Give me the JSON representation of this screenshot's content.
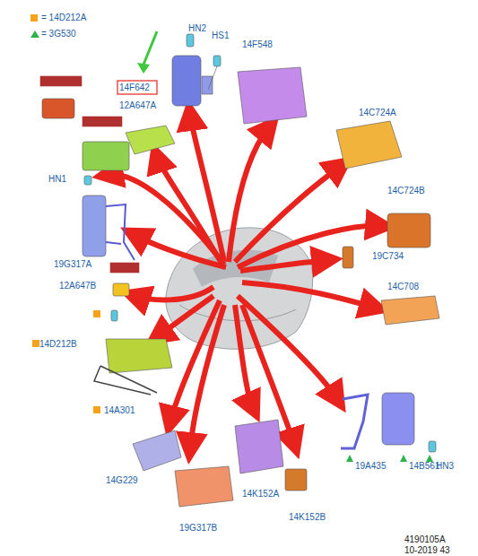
{
  "diagram": {
    "labels": [
      "HN2",
      "HS1",
      "14F548",
      "14F642",
      "12A647A",
      "14C724A",
      "HN1",
      "14C724B",
      "19G317A",
      "19C734",
      "12A647B",
      "14C708",
      "14D212B",
      "14A301",
      "19A435",
      "14B561",
      "HN3",
      "14G229",
      "14K152A",
      "14K152B",
      "19G317B",
      "4190105A",
      "10-2019 43"
    ],
    "legend": [
      {
        "text": "= 14D212A",
        "color": "#f5a31b"
      },
      {
        "text": "= 3G530"
      }
    ]
  }
}
